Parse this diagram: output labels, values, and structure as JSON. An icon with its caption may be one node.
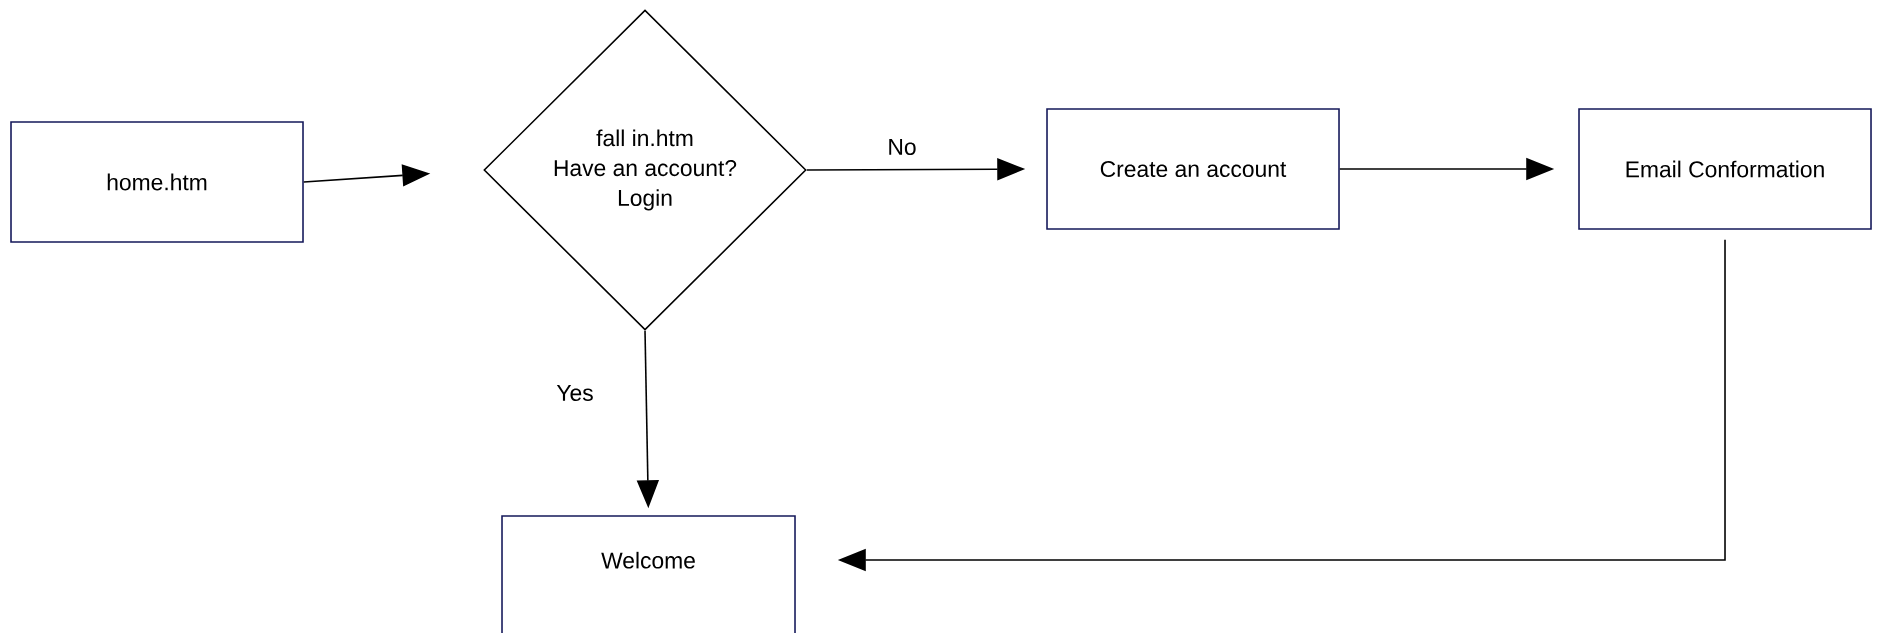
{
  "diagram": {
    "nodes": [
      {
        "text": [
          "home.htm"
        ]
      },
      {
        "text": [
          "fall in.htm",
          "Have an account?",
          "Login"
        ]
      },
      {
        "text": [
          "Create an account"
        ]
      },
      {
        "text": [
          "Email Conformation"
        ]
      },
      {
        "text": [
          "Welcome"
        ]
      }
    ],
    "edges": [
      {
        "from": 0,
        "to": 1,
        "arrow": "to"
      },
      {
        "from": 1,
        "to": 2,
        "arrow": "to",
        "label": "No"
      },
      {
        "from": 2,
        "to": 3,
        "arrow": "to"
      },
      {
        "from": 1,
        "to": 4,
        "arrow": "to",
        "label": "Yes"
      },
      {
        "from": 3,
        "to": 4,
        "arrow": "to"
      }
    ]
  }
}
